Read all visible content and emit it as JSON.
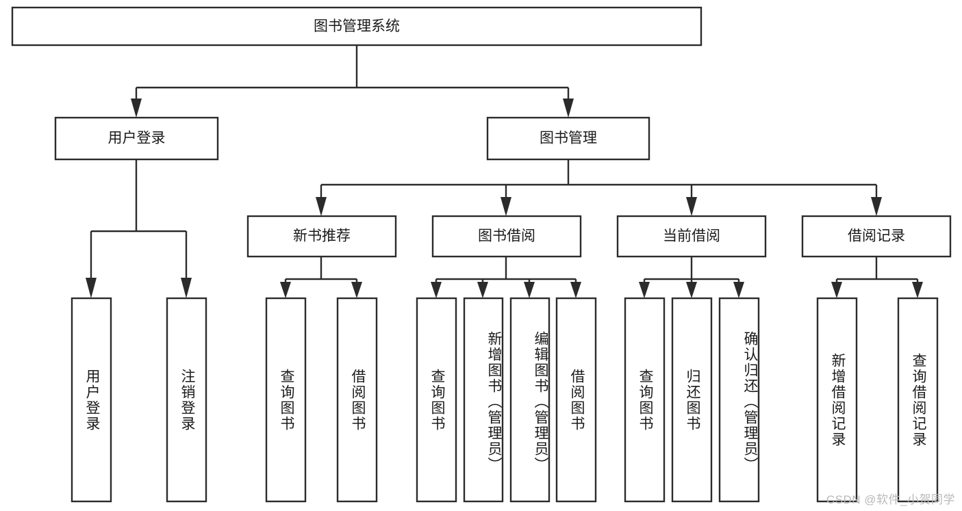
{
  "diagram": {
    "title": "图书管理系统",
    "type": "tree-hierarchy",
    "orientation": "top-down",
    "root": {
      "id": "root",
      "label": "图书管理系统",
      "level": 1
    },
    "level2": [
      {
        "id": "user-login",
        "label": "用户登录",
        "level": 2
      },
      {
        "id": "book-manage",
        "label": "图书管理",
        "level": 2
      }
    ],
    "level3": [
      {
        "id": "new-book-recommend",
        "label": "新书推荐",
        "level": 3,
        "parent": "book-manage"
      },
      {
        "id": "book-borrow",
        "label": "图书借阅",
        "level": 3,
        "parent": "book-manage"
      },
      {
        "id": "current-borrow",
        "label": "当前借阅",
        "level": 3,
        "parent": "book-manage"
      },
      {
        "id": "borrow-record",
        "label": "借阅记录",
        "level": 3,
        "parent": "book-manage"
      }
    ],
    "leaves": [
      {
        "id": "leaf-user-login",
        "label": "用户登录",
        "parent": "user-login"
      },
      {
        "id": "leaf-logout-login",
        "label": "注销登录",
        "parent": "user-login"
      },
      {
        "id": "leaf-query-book-1",
        "label": "查询图书",
        "parent": "new-book-recommend"
      },
      {
        "id": "leaf-borrow-book-1",
        "label": "借阅图书",
        "parent": "new-book-recommend"
      },
      {
        "id": "leaf-query-book-2",
        "label": "查询图书",
        "parent": "book-borrow"
      },
      {
        "id": "leaf-add-book",
        "label": "新增图书（管理员）",
        "parent": "book-borrow"
      },
      {
        "id": "leaf-edit-book",
        "label": "编辑图书（管理员）",
        "parent": "book-borrow"
      },
      {
        "id": "leaf-borrow-book-2",
        "label": "借阅图书",
        "parent": "book-borrow"
      },
      {
        "id": "leaf-query-book-3",
        "label": "查询图书",
        "parent": "current-borrow"
      },
      {
        "id": "leaf-return-book",
        "label": "归还图书",
        "parent": "current-borrow"
      },
      {
        "id": "leaf-confirm-return",
        "label": "确认归还（管理员）",
        "parent": "current-borrow"
      },
      {
        "id": "leaf-add-record",
        "label": "新增借阅记录",
        "parent": "borrow-record"
      },
      {
        "id": "leaf-query-record",
        "label": "查询借阅记录",
        "parent": "borrow-record"
      }
    ]
  },
  "watermark": {
    "text": "CSDN @软件_小贺同学"
  },
  "colors": {
    "stroke": "#2b2b2b",
    "fill": "#ffffff",
    "text": "#1a1a1a",
    "watermark": "#b9b9b9",
    "background": "#ffffff"
  }
}
